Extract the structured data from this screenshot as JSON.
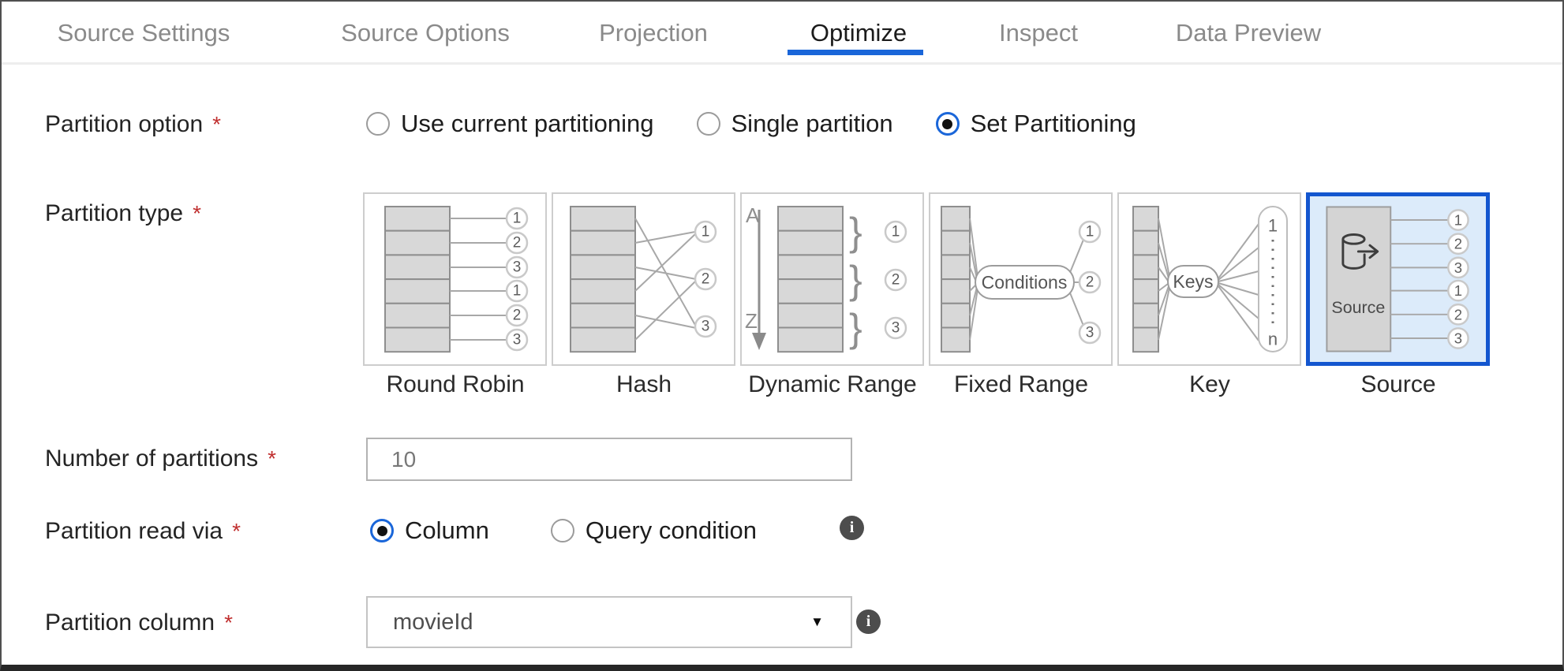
{
  "colors": {
    "accent": "#1a66d9",
    "selected_tile_border": "#1356cf",
    "selected_tile_bg": "#dcebfa",
    "required_marker": "#c02f2f"
  },
  "tabs": {
    "items": [
      {
        "label": "Source Settings",
        "active": false
      },
      {
        "label": "Source Options",
        "active": false
      },
      {
        "label": "Projection",
        "active": false
      },
      {
        "label": "Optimize",
        "active": true
      },
      {
        "label": "Inspect",
        "active": false
      },
      {
        "label": "Data Preview",
        "active": false
      }
    ]
  },
  "form": {
    "partition_option": {
      "label": "Partition option",
      "required": "*",
      "options": [
        {
          "label": "Use current partitioning",
          "selected": false
        },
        {
          "label": "Single partition",
          "selected": false
        },
        {
          "label": "Set Partitioning",
          "selected": true
        }
      ]
    },
    "partition_type": {
      "label": "Partition type",
      "required": "*",
      "selected_tile": "Source",
      "tiles": [
        {
          "name": "Round Robin",
          "circles": [
            "1",
            "2",
            "3",
            "1",
            "2",
            "3"
          ]
        },
        {
          "name": "Hash",
          "circles": [
            "1",
            "2",
            "3"
          ]
        },
        {
          "name": "Dynamic Range",
          "range_start": "A",
          "range_end": "Z",
          "brace": "}",
          "circles": [
            "1",
            "2",
            "3"
          ]
        },
        {
          "name": "Fixed Range",
          "pill": "Conditions",
          "circles": [
            "1",
            "2",
            "3"
          ]
        },
        {
          "name": "Key",
          "pill": "Keys",
          "scale_start": "1",
          "scale_end": "n"
        },
        {
          "name": "Source",
          "box_label": "Source",
          "circles": [
            "1",
            "2",
            "3",
            "1",
            "2",
            "3"
          ],
          "selected": true
        }
      ]
    },
    "number_of_partitions": {
      "label": "Number of partitions",
      "required": "*",
      "value": "10"
    },
    "partition_read_via": {
      "label": "Partition read via",
      "required": "*",
      "options": [
        {
          "label": "Column",
          "selected": true
        },
        {
          "label": "Query condition",
          "selected": false
        }
      ],
      "info_icon": "i"
    },
    "partition_column": {
      "label": "Partition column",
      "required": "*",
      "value": "movieId",
      "info_icon": "i",
      "caret": "▼"
    }
  }
}
